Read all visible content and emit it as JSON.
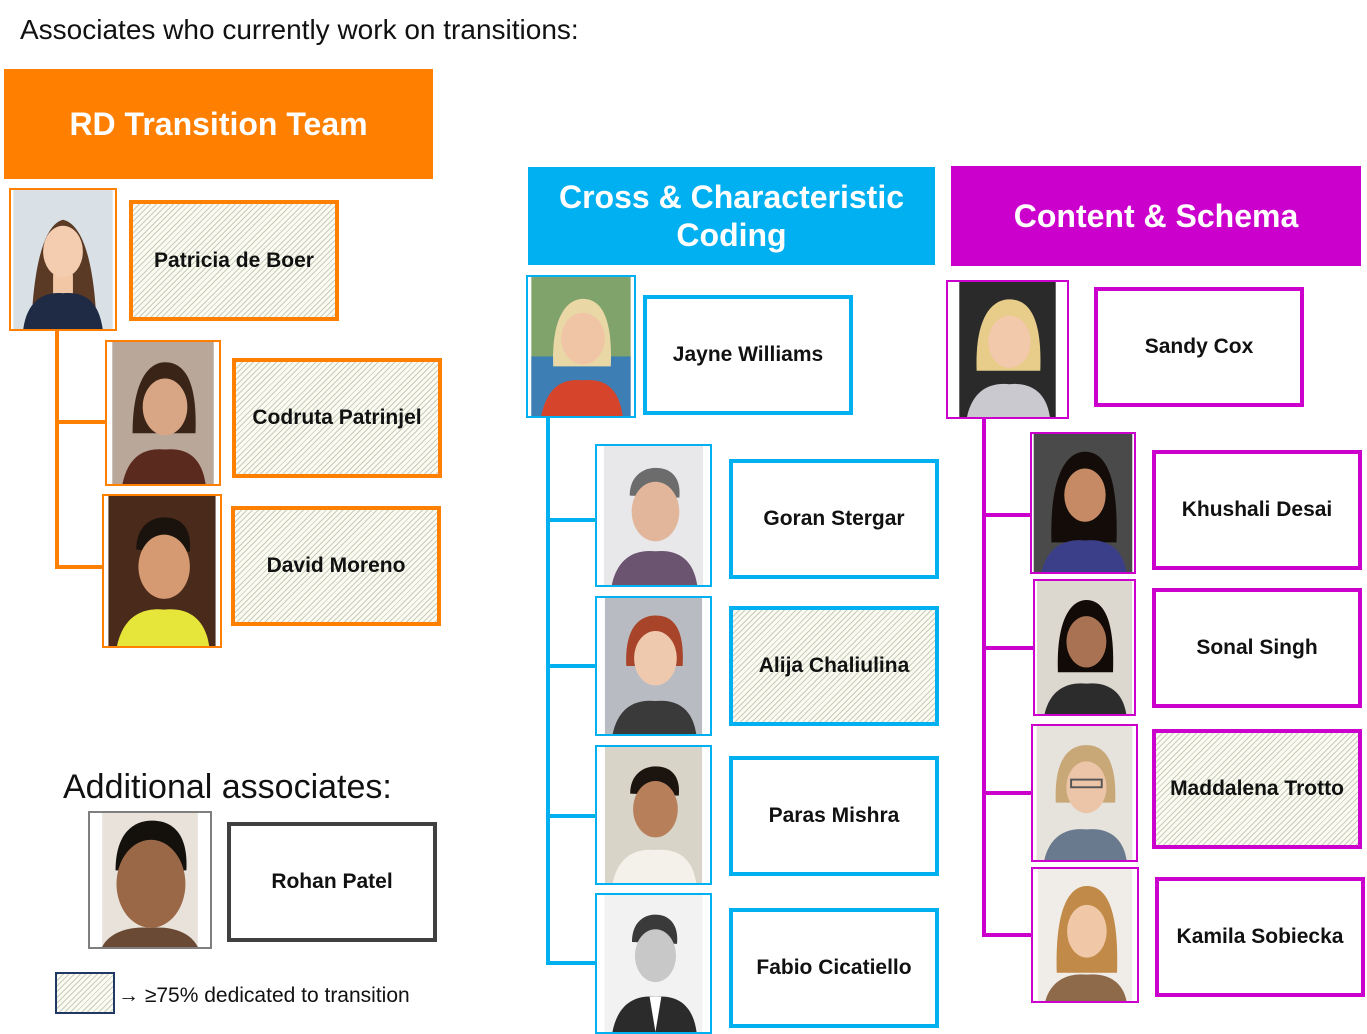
{
  "page": {
    "title": "Associates who currently work on transitions:",
    "additional_heading": "Additional associates:",
    "legend_text": "→ ≥75% dedicated to transition"
  },
  "colors": {
    "rd_team": "#ff7f00",
    "cross_coding": "#00b0f0",
    "content_schema": "#cc00cc",
    "additional": "#404040"
  },
  "teams": {
    "rd": {
      "name": "RD Transition Team",
      "members": [
        {
          "name": "Patricia de Boer",
          "dedicated": true,
          "role": "lead"
        },
        {
          "name": "Codruta Patrinjel",
          "dedicated": true
        },
        {
          "name": "David Moreno",
          "dedicated": true
        }
      ]
    },
    "cross": {
      "name": "Cross & Characteristic Coding",
      "members": [
        {
          "name": "Jayne Williams",
          "dedicated": false,
          "role": "lead"
        },
        {
          "name": "Goran Stergar",
          "dedicated": false
        },
        {
          "name": "Alija Chaliulina",
          "dedicated": true
        },
        {
          "name": "Paras Mishra",
          "dedicated": false
        },
        {
          "name": "Fabio Cicatiello",
          "dedicated": false
        }
      ]
    },
    "content": {
      "name": "Content & Schema",
      "members": [
        {
          "name": "Sandy Cox",
          "dedicated": false,
          "role": "lead"
        },
        {
          "name": "Khushali Desai",
          "dedicated": false
        },
        {
          "name": "Sonal Singh",
          "dedicated": false
        },
        {
          "name": "Maddalena Trotto",
          "dedicated": true
        },
        {
          "name": "Kamila Sobiecka",
          "dedicated": false
        }
      ]
    }
  },
  "additional": {
    "members": [
      {
        "name": "Rohan Patel",
        "dedicated": false
      }
    ]
  }
}
